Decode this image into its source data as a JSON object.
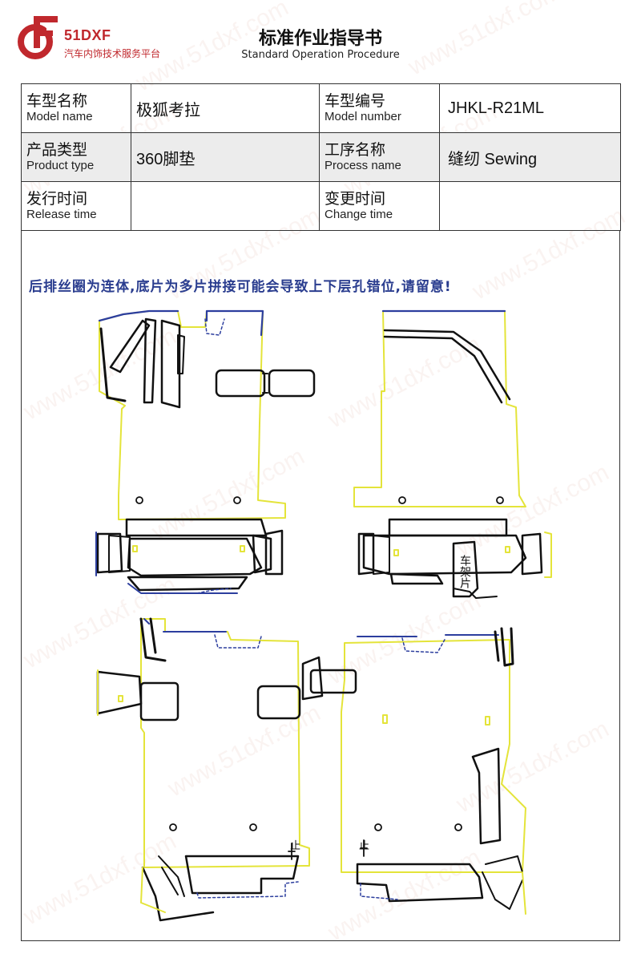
{
  "header": {
    "logo_name": "51DXF",
    "logo_subtitle": "汽车内饰技术服务平台",
    "title": "标准作业指导书",
    "subtitle": "Standard Operation Procedure"
  },
  "info_table": {
    "model_name_zh": "车型名称",
    "model_name_en": "Model name",
    "model_name_value": "极狐考拉",
    "model_number_zh": "车型编号",
    "model_number_en": "Model number",
    "model_number_value": "JHKL-R21ML",
    "product_type_zh": "产品类型",
    "product_type_en": "Product type",
    "product_type_value": "360脚垫",
    "process_name_zh": "工序名称",
    "process_name_en": "Process name",
    "process_name_value": "缝纫 Sewing",
    "release_time_zh": "发行时间",
    "release_time_en": "Release time",
    "release_time_value": "",
    "change_time_zh": "变更时间",
    "change_time_en": "Change time",
    "change_time_value": ""
  },
  "drawing": {
    "notice": "后排丝圈为连体,底片为多片拼接可能会导致上下层孔错位,请留意!",
    "label_frame": "车架片",
    "mark_left": "止",
    "mark_right": "止"
  },
  "watermark": "www.51dxf.com",
  "colors": {
    "brand_red": "#c0282d",
    "notice_blue": "#2a3d8f",
    "outline_yellow": "#e4e43a",
    "outline_blue": "#2c3e9e",
    "line_black": "#111111"
  }
}
